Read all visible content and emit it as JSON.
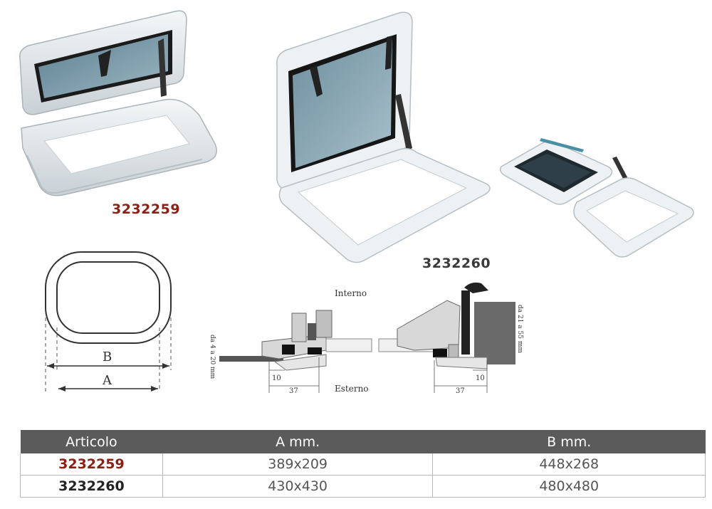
{
  "products": [
    {
      "code": "3232259",
      "color": "#8b2014"
    },
    {
      "code": "3232260",
      "color": "#3a3a3a"
    }
  ],
  "diagram": {
    "label_b": "B",
    "label_a": "A",
    "interno": "Interno",
    "esterno": "Esterno",
    "range_left": "da 4 a 20 mm",
    "range_right": "da 21 a 55 mm",
    "dim_10_left": "10",
    "dim_37_left": "37",
    "dim_37_right": "37",
    "dim_10_right": "10"
  },
  "table": {
    "headers": [
      "Articolo",
      "A mm.",
      "B mm."
    ],
    "rows": [
      {
        "articolo": "3232259",
        "a": "389x209",
        "b": "448x268",
        "color": "#8b2014"
      },
      {
        "articolo": "3232260",
        "a": "430x430",
        "b": "480x480",
        "color": "#222222"
      }
    ]
  }
}
